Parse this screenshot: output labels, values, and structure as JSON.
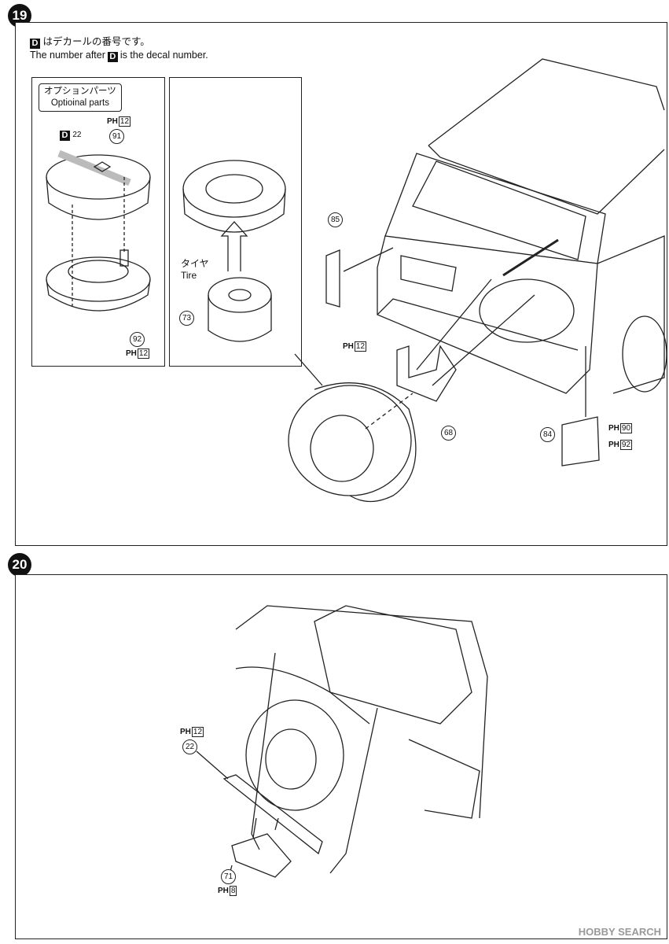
{
  "steps": {
    "s19": "19",
    "s20": "20"
  },
  "decal_note": {
    "jp_suffix": "はデカールの番号です。",
    "en_prefix": "The number after",
    "en_suffix": "is the decal number.",
    "decal_letter": "D"
  },
  "optional_parts": {
    "jp": "オプションパーツ",
    "en": "Optioinal parts"
  },
  "tire_label": {
    "jp": "タイヤ",
    "en": "Tire"
  },
  "parts": {
    "p91": "91",
    "p92": "92",
    "p73": "73",
    "p85": "85",
    "p68": "68",
    "p84": "84",
    "p22": "22",
    "p71": "71"
  },
  "decal_ref": {
    "letter": "D",
    "num": "22"
  },
  "paint": {
    "prefix": "PH",
    "c12": "12",
    "c90": "90",
    "c92": "92",
    "c8": "8"
  },
  "watermark": "HOBBY SEARCH"
}
